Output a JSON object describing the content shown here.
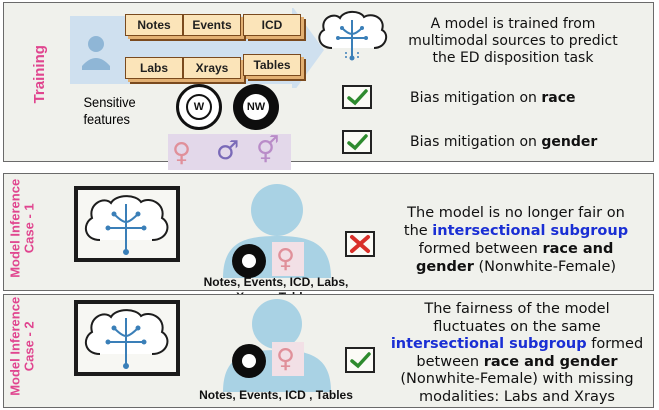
{
  "training": {
    "label": "Training",
    "sources": [
      "Notes",
      "Events",
      "ICD",
      "Labs",
      "Xrays",
      "Tables"
    ],
    "description": "A model is trained from multimodal sources to predict the ED disposition task",
    "sensitive_label": "Sensitive features",
    "race_symbols": [
      "W",
      "NW"
    ],
    "gender_symbols": [
      "♀",
      "♂",
      "⚥"
    ],
    "bias_race": {
      "prefix": "Bias mitigation on ",
      "bold": "race"
    },
    "bias_gender": {
      "prefix": "Bias mitigation on ",
      "bold": "gender"
    }
  },
  "case1": {
    "label": "Model Inference Case - 1",
    "modalities": "Notes, Events, ICD, Labs, Xrays , Tables",
    "desc_1": "The model is no longer fair on",
    "desc_2_pre": "the ",
    "desc_2_blue": "intersectional subgroup",
    "desc_3_pre": "formed between ",
    "desc_3_bold": "race and",
    "desc_4_bold": "gender",
    "desc_4_post": " (Nonwhite-Female)",
    "status_icon": "cross-icon"
  },
  "case2": {
    "label": "Model Inference Case - 2",
    "modalities": "Notes, Events, ICD , Tables",
    "desc_1": "The fairness of the model",
    "desc_2": "fluctuates on the same",
    "desc_3_blue": "intersectional subgroup",
    "desc_3_post": " formed",
    "desc_4_pre": "between ",
    "desc_4_bold": "race and gender",
    "desc_5": "(Nonwhite-Female) with missing",
    "desc_6": "modalities: Labs and Xrays",
    "status_icon": "check-icon"
  },
  "colors": {
    "label_pink": "#e0458f",
    "highlight_blue": "#1a2fd4",
    "check_green": "#2e8b2e",
    "cross_red": "#d9302a",
    "brain_blue": "#3a7fb8",
    "patient_blue": "#a9d2e4"
  }
}
